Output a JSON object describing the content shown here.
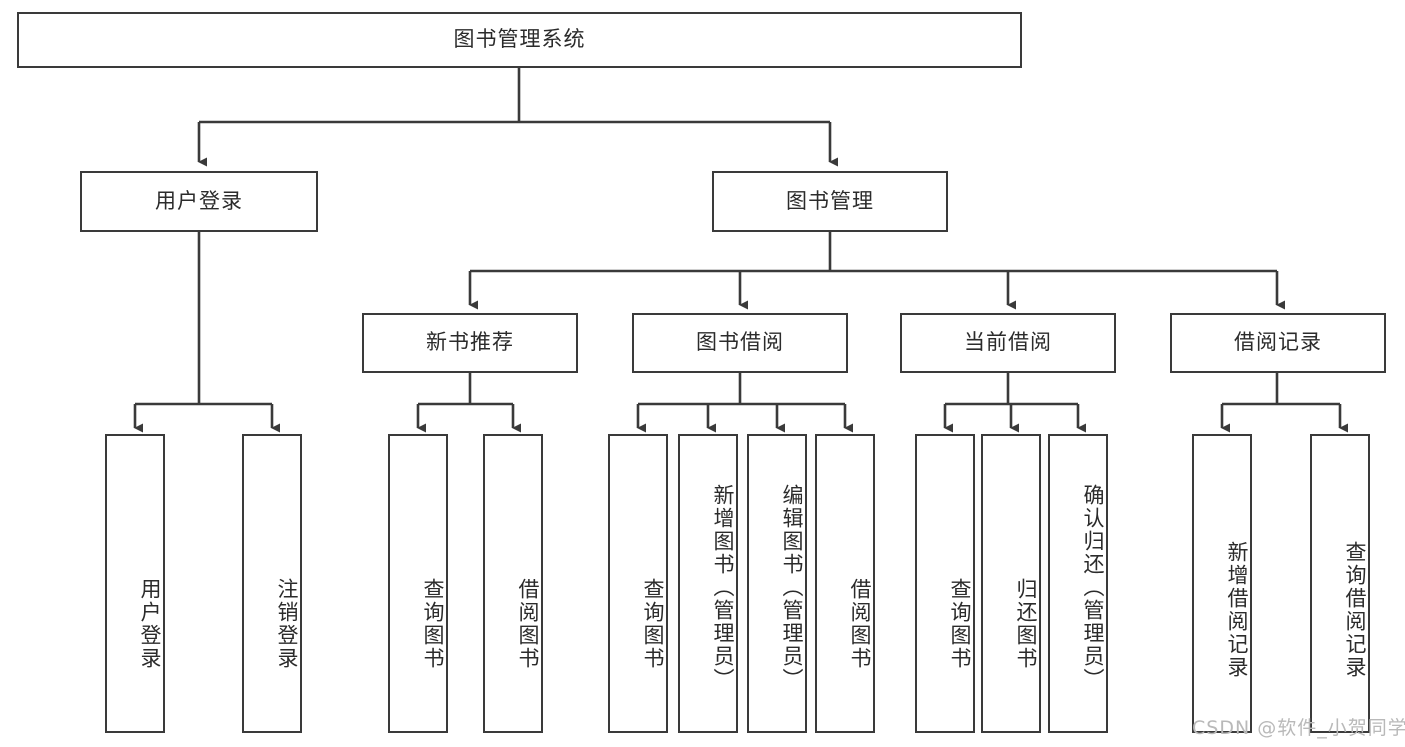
{
  "diagram": {
    "title": "图书管理系统",
    "type": "tree-hierarchy-chart",
    "watermark": "CSDN @软件_小贺同学",
    "colors": {
      "box_stroke": "#3a3a3a",
      "box_fill": "#ffffff",
      "edge": "#3a3a3a",
      "text": "#2b2b2b",
      "watermark": "#b9b9b9",
      "background": "#ffffff"
    },
    "root": {
      "label": "图书管理系统"
    },
    "level1": [
      {
        "label": "用户登录"
      },
      {
        "label": "图书管理"
      }
    ],
    "level2": [
      {
        "label": "新书推荐"
      },
      {
        "label": "图书借阅"
      },
      {
        "label": "当前借阅"
      },
      {
        "label": "借阅记录"
      }
    ],
    "leaves": {
      "user_login": [
        {
          "label": "用户登录"
        },
        {
          "label": "注销登录"
        }
      ],
      "new_book_recommend": [
        {
          "label": "查询图书"
        },
        {
          "label": "借阅图书"
        }
      ],
      "book_borrow": [
        {
          "label": "查询图书"
        },
        {
          "label": "新增图书（管理员）"
        },
        {
          "label": "编辑图书（管理员）"
        },
        {
          "label": "借阅图书"
        }
      ],
      "current_borrow": [
        {
          "label": "查询图书"
        },
        {
          "label": "归还图书"
        },
        {
          "label": "确认归还（管理员）"
        }
      ],
      "borrow_records": [
        {
          "label": "新增借阅记录"
        },
        {
          "label": "查询借阅记录"
        }
      ]
    }
  }
}
